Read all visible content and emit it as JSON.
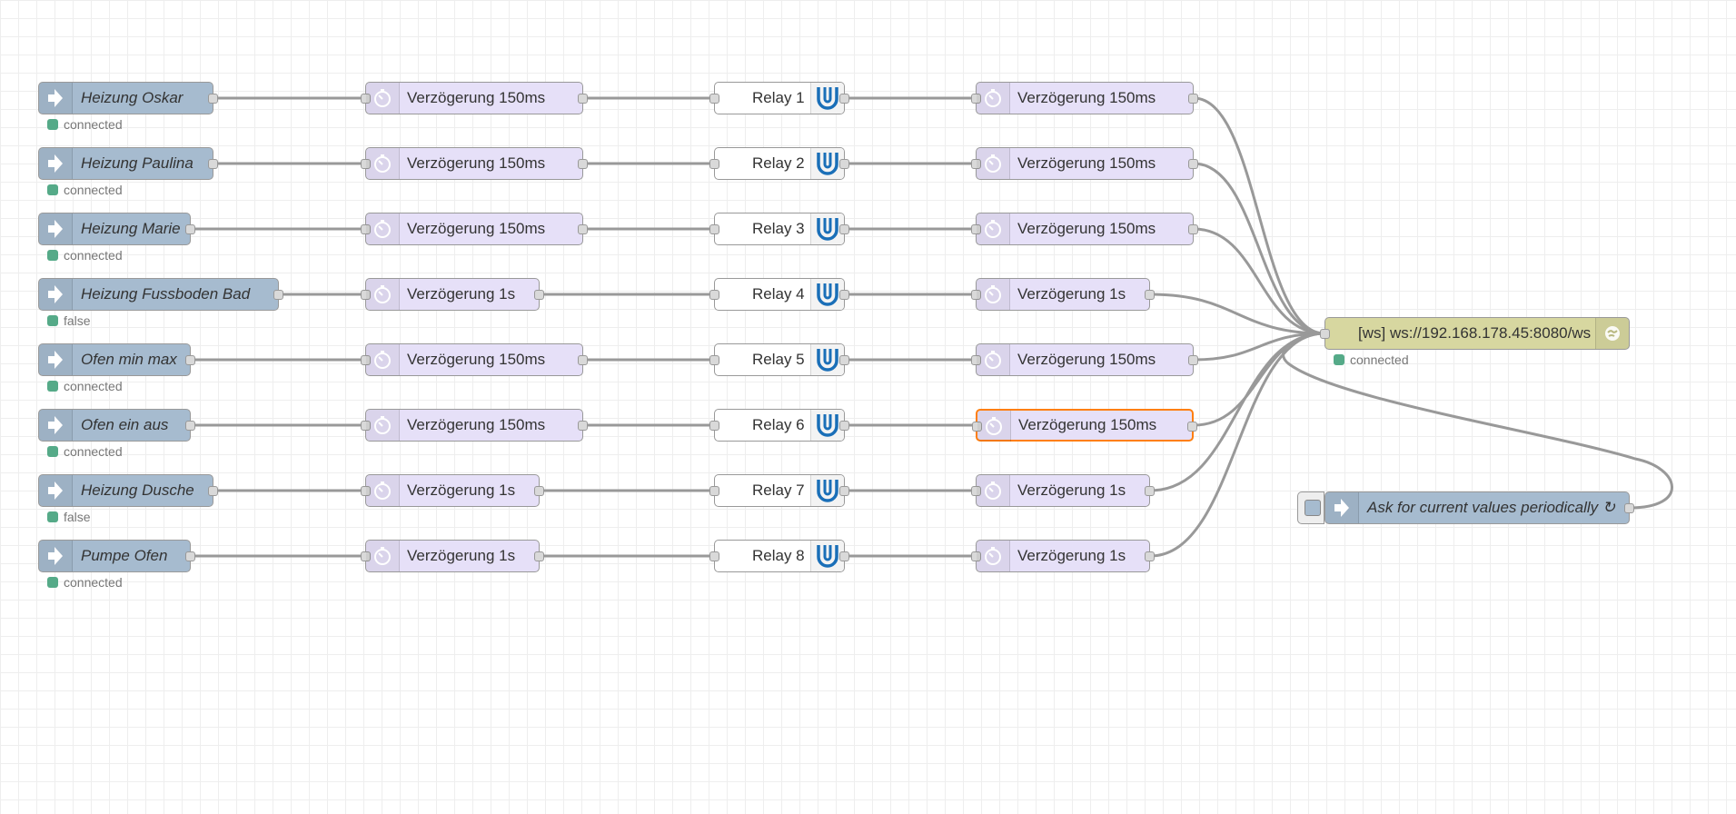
{
  "flow": {
    "rows": [
      {
        "inject": "Heizung Oskar",
        "status": "connected",
        "delay1": "Verzögerung 150ms",
        "relay": "Relay 1",
        "delay2": "Verzögerung 150ms"
      },
      {
        "inject": "Heizung Paulina",
        "status": "connected",
        "delay1": "Verzögerung 150ms",
        "relay": "Relay 2",
        "delay2": "Verzögerung 150ms"
      },
      {
        "inject": "Heizung Marie",
        "status": "connected",
        "delay1": "Verzögerung 150ms",
        "relay": "Relay 3",
        "delay2": "Verzögerung 150ms"
      },
      {
        "inject": "Heizung Fussboden Bad",
        "status": "false",
        "delay1": "Verzögerung 1s",
        "relay": "Relay 4",
        "delay2": "Verzögerung 1s"
      },
      {
        "inject": "Ofen min max",
        "status": "connected",
        "delay1": "Verzögerung 150ms",
        "relay": "Relay 5",
        "delay2": "Verzögerung 150ms"
      },
      {
        "inject": "Ofen ein aus",
        "status": "connected",
        "delay1": "Verzögerung 150ms",
        "relay": "Relay 6",
        "delay2": "Verzögerung 150ms"
      },
      {
        "inject": "Heizung Dusche",
        "status": "false",
        "delay1": "Verzögerung 1s",
        "relay": "Relay 7",
        "delay2": "Verzögerung 1s"
      },
      {
        "inject": "Pumpe Ofen",
        "status": "connected",
        "delay1": "Verzögerung 1s",
        "relay": "Relay 8",
        "delay2": "Verzögerung 1s"
      }
    ],
    "ws_node": {
      "label": "[ws] ws://192.168.178.45:8080/ws",
      "status": "connected"
    },
    "poll_node": {
      "label": "Ask for current values periodically ↻"
    }
  },
  "colors": {
    "inject": "#a6bbcf",
    "delay": "#e6e0f8",
    "relay_icon": "#1a6fb8",
    "websocket": "#d7d7a0",
    "status_connected": "#5a8",
    "wire": "#999999",
    "selection": "#ff7f0e",
    "grid": "#eeeeee"
  },
  "icons": {
    "inject": "arrow-in-icon",
    "delay": "timer-icon",
    "relay": "relay-u-icon",
    "websocket": "globe-icon"
  }
}
